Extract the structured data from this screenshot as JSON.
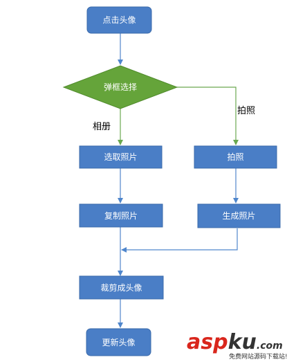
{
  "colors": {
    "box_fill": "#4a7ec6",
    "box_stroke": "#3a6aaa",
    "diamond_fill": "#65a43a",
    "diamond_stroke": "#4f8a2b",
    "blue_line": "#4f86cc",
    "green_line": "#6aa84f",
    "watermark_red": "#d9261c",
    "watermark_dark": "#333333"
  },
  "nodes": {
    "start": "点击头像",
    "decision": "弹框选择",
    "choose_photo": "选取照片",
    "take_photo": "拍照",
    "copy_photo": "复制照片",
    "generate_photo": "生成照片",
    "crop_avatar": "裁剪成头像",
    "update_avatar": "更新头像"
  },
  "edge_labels": {
    "album": "相册",
    "camera": "拍照"
  },
  "watermark": {
    "brand_a": "asp",
    "brand_b": "ku",
    "brand_dot": ".com",
    "tagline": "免费网站源码下载站!"
  }
}
